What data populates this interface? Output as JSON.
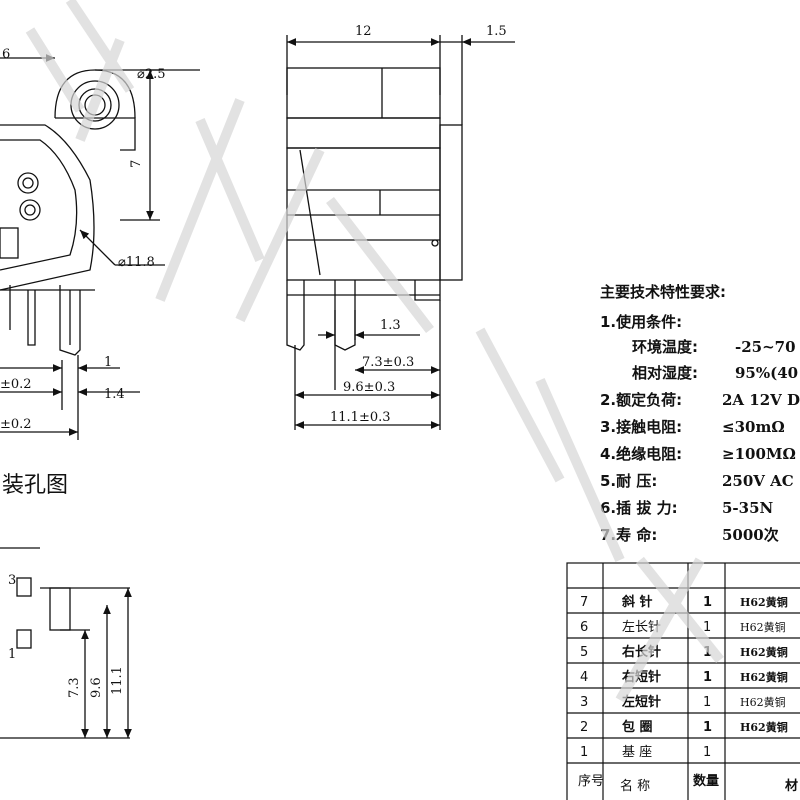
{
  "front_view": {
    "dim_top": "6",
    "dim_hole": "⌀2.5",
    "dim_height": "7",
    "dim_body": "⌀11.8",
    "dim_a": "±0.2",
    "dim_b": "1",
    "dim_c": "1.4",
    "dim_d": "±0.2"
  },
  "side_view": {
    "dim_width": "12",
    "dim_flange": "1.5",
    "dim_pin": "1.3",
    "dim_73": "7.3±0.3",
    "dim_96": "9.6±0.3",
    "dim_111": "11.1±0.3"
  },
  "pcb_layout": {
    "title": "装孔图",
    "pin3": "3",
    "pin1": "1",
    "dim_73": "7.3",
    "dim_96": "9.6",
    "dim_111": "11.1"
  },
  "specs": {
    "title": "主要技术特性要求:",
    "items": [
      {
        "label": "1.使用条件:",
        "value": ""
      },
      {
        "label": "环境温度:",
        "value": "-25~70"
      },
      {
        "label": "相对湿度:",
        "value": "95%(40"
      },
      {
        "label": "2.额定负荷:",
        "value": "2A 12V D"
      },
      {
        "label": "3.接触电阻:",
        "value": "≤30mΩ"
      },
      {
        "label": "4.绝缘电阻:",
        "value": "≥100MΩ"
      },
      {
        "label": "5.耐   压:",
        "value": "250V AC"
      },
      {
        "label": "6.插 拔 力:",
        "value": "5-35N"
      },
      {
        "label": "7.寿   命:",
        "value": "5000次"
      }
    ]
  },
  "bom": {
    "rows": [
      {
        "no": "7",
        "name": "斜 针",
        "qty": "1",
        "mat": "H62黄铜",
        "bold": true
      },
      {
        "no": "6",
        "name": "左长针",
        "qty": "1",
        "mat": "H62黄铜",
        "bold": false
      },
      {
        "no": "5",
        "name": "右长针",
        "qty": "1",
        "mat": "H62黄铜",
        "bold": true
      },
      {
        "no": "4",
        "name": "右短针",
        "qty": "1",
        "mat": "H62黄铜",
        "bold": true
      },
      {
        "no": "3",
        "name": "左短针",
        "qty": "1",
        "mat": "H62黄铜",
        "bold": false
      },
      {
        "no": "2",
        "name": "包 圈",
        "qty": "1",
        "mat": "H62黄铜",
        "bold": true
      },
      {
        "no": "1",
        "name": "基 座",
        "qty": "1",
        "mat": "",
        "bold": false
      }
    ],
    "header": {
      "no": "序号",
      "name": "名 称",
      "qty": "数量",
      "mat": "材"
    }
  }
}
